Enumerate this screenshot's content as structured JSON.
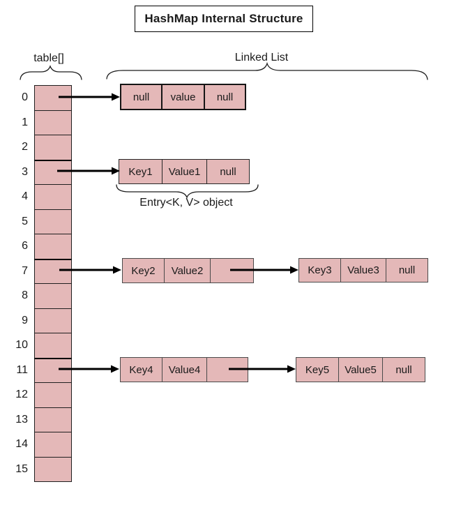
{
  "title": "HashMap Internal Structure",
  "labels": {
    "table": "table[]",
    "linked_list": "Linked List",
    "entry": "Entry<K, V> object"
  },
  "table": {
    "size": 16,
    "indices": [
      "0",
      "1",
      "2",
      "3",
      "4",
      "5",
      "6",
      "7",
      "8",
      "9",
      "10",
      "11",
      "12",
      "13",
      "14",
      "15"
    ],
    "occupied_indices": [
      0,
      3,
      7,
      11
    ]
  },
  "buckets": {
    "b0": {
      "index": "0",
      "node1": {
        "key": "null",
        "value": "value",
        "next": "null"
      }
    },
    "b3": {
      "index": "3",
      "node1": {
        "key": "Key1",
        "value": "Value1",
        "next": "null"
      }
    },
    "b7": {
      "index": "7",
      "node1": {
        "key": "Key2",
        "value": "Value2",
        "next": ""
      },
      "node2": {
        "key": "Key3",
        "value": "Value3",
        "next": "null"
      }
    },
    "b11": {
      "index": "11",
      "node1": {
        "key": "Key4",
        "value": "Value4",
        "next": ""
      },
      "node2": {
        "key": "Key5",
        "value": "Value5",
        "next": "null"
      }
    }
  },
  "colors": {
    "background": "#ffffff",
    "cell_fill": "#e4b8b8",
    "array_border": "#1f1f1f",
    "node_border": "#4a4a4a",
    "arrow": "#000000"
  }
}
